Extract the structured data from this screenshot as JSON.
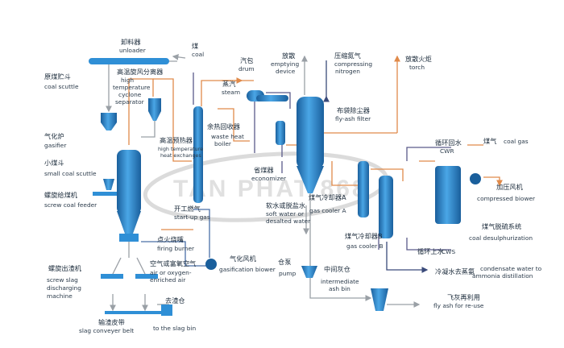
{
  "watermark": "TAN PHAT 868",
  "colors": {
    "equipment": "#2f8fd6",
    "equipment_dark": "#1a5f9c",
    "pipe_gas": "#e08a4a",
    "pipe_water": "#5a5a8a",
    "pipe_air": "#4a6fa8",
    "pipe_grey": "#9aa0a6",
    "swirl": "#b0b0b0"
  },
  "labels": {
    "unloader": {
      "zh": "卸料器",
      "en": "unloader"
    },
    "coal": {
      "zh": "煤",
      "en": "coal"
    },
    "hitemp_cyclone": {
      "zh": "高温旋风分离器",
      "en1": "high",
      "en2": "temperature",
      "en3": "cyclone",
      "en4": "separator"
    },
    "coal_scuttle": {
      "zh": "原煤贮斗",
      "en": "coal scuttle"
    },
    "gasifier": {
      "zh": "气化炉",
      "en": "gasifier"
    },
    "small_coal_scuttle": {
      "zh": "小煤斗",
      "en": "small coal scuttle"
    },
    "screw_coal_feeder": {
      "zh": "螺旋给煤机",
      "en": "screw coal feeder"
    },
    "steam_drum": {
      "zh": "汽包",
      "en": "drum"
    },
    "steam": {
      "zh": "蒸汽",
      "en": "steam"
    },
    "hitemp_heat_exchange": {
      "zh": "高温预热器",
      "en1": "high temperature",
      "en2": "heat exchanges"
    },
    "waste_heat_boiler": {
      "zh": "余热回收器",
      "en1": "waste heat",
      "en2": "boiler"
    },
    "economizer": {
      "zh": "省煤器",
      "en": "economizer"
    },
    "emptying_device": {
      "zh": "放散",
      "en1": "emptying",
      "en2": "device"
    },
    "compressing_nitrogen": {
      "zh": "压缩氮气",
      "en1": "compressing",
      "en2": "nitrogen"
    },
    "torch": {
      "zh": "放散火炬",
      "en": "torch"
    },
    "fly_ash_filter": {
      "zh": "布袋除尘器",
      "en": "fly-ash filter"
    },
    "cwr": {
      "zh": "循环回水",
      "en": "CWR"
    },
    "coal_gas": {
      "zh": "煤气",
      "en": "coal gas"
    },
    "compressed_blower": {
      "zh": "加压风机",
      "en": "compressed biower"
    },
    "gas_cooler_a": {
      "zh": "煤气冷却器A",
      "en": "gas cooler A"
    },
    "gas_cooler_b": {
      "zh": "煤气冷却器B",
      "en": "gas cooler B"
    },
    "soft_water": {
      "zh": "软水或脱盐水",
      "en1": "soft water or",
      "en2": "desalted water"
    },
    "coal_desulphurization": {
      "zh": "煤气脱硫系统",
      "en": "coal desulphurization"
    },
    "cws": {
      "zh": "循环上水",
      "en": "CWS"
    },
    "condensate": {
      "zh": "冷凝水去蒸氨",
      "en1": "condensate water to",
      "en2": "ammonia distillation"
    },
    "startup_gas": {
      "zh": "开工燃气",
      "en": "start-up gas"
    },
    "firing_burner": {
      "zh": "点火烧嘴",
      "en": "firing burner"
    },
    "oxygen_air": {
      "zh": "空气或富氧空气",
      "en1": "air or oxygen-",
      "en2": "enriched air"
    },
    "gasification_blower": {
      "zh": "气化风机",
      "en": "gasification biower"
    },
    "pump": {
      "zh": "仓泵",
      "en": "pump"
    },
    "intermediate_ash_bin": {
      "zh": "中间灰仓",
      "en1": "intermediate",
      "en2": "ash bin"
    },
    "fly_ash_reuse": {
      "zh": "飞灰再利用",
      "en": "fly ash for re-use"
    },
    "screw_slag": {
      "zh": "螺旋出渣机",
      "en1": "screw slag",
      "en2": "discharging",
      "en3": "machine"
    },
    "slag_conveyer": {
      "zh": "输渣皮带",
      "en": "slag conveyer belt"
    },
    "slag_bin": {
      "zh": "去渣仓",
      "en": "to the slag bin"
    }
  }
}
